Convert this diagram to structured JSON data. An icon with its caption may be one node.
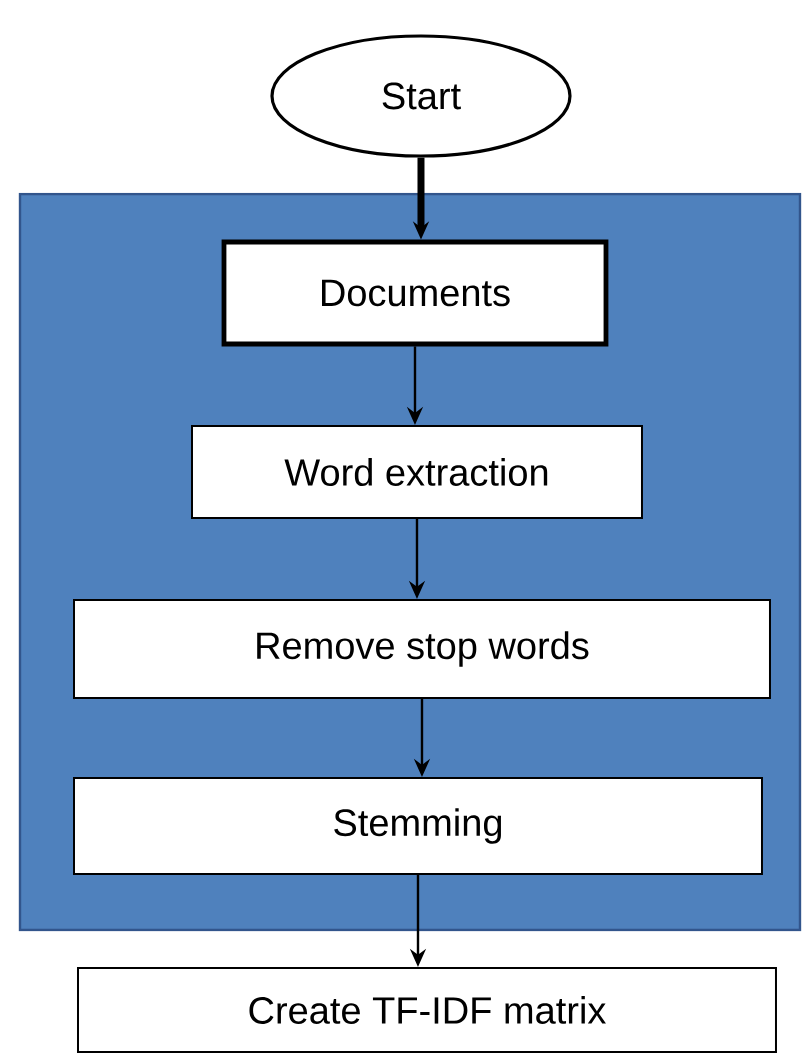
{
  "diagram": {
    "nodes": [
      {
        "text": [
          "Start"
        ]
      },
      {
        "text": [],
        "shape": "box"
      },
      {
        "text": [
          "Documents"
        ],
        "in": 1
      },
      {
        "text": [
          "Word extraction"
        ],
        "in": 1
      },
      {
        "text": [
          "Remove stop words"
        ],
        "in": 1
      },
      {
        "text": [
          "Stemming"
        ],
        "in": 1
      },
      {
        "text": [
          "Create TF-IDF matrix"
        ]
      }
    ],
    "edges": [
      {
        "from": 0,
        "to": 2,
        "arrow": "to",
        "style": "thick"
      },
      {
        "from": 2,
        "to": 3,
        "arrow": "to"
      },
      {
        "from": 3,
        "to": 4,
        "arrow": "to"
      },
      {
        "from": 4,
        "to": 5,
        "arrow": "to"
      },
      {
        "from": 5,
        "to": 6,
        "arrow": "to"
      }
    ]
  }
}
